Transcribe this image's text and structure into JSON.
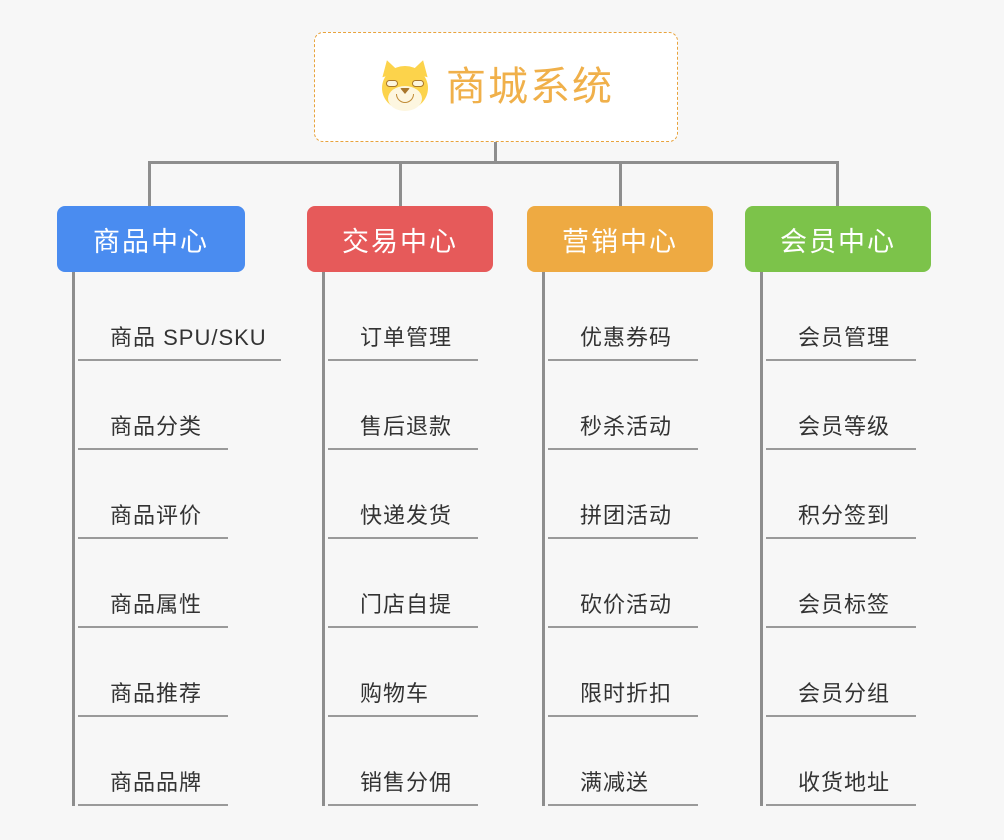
{
  "page": {
    "background_color": "#f7f7f7",
    "line_color": "#8e8e8e"
  },
  "root": {
    "title": "商城系统",
    "icon": "dog-face-icon",
    "border_color": "#e8a33d",
    "text_color": "#f0b04a"
  },
  "categories": [
    {
      "label": "商品中心",
      "color": "#4a8cf0",
      "items": [
        "商品 SPU/SKU",
        "商品分类",
        "商品评价",
        "商品属性",
        "商品推荐",
        "商品品牌"
      ]
    },
    {
      "label": "交易中心",
      "color": "#e65a5a",
      "items": [
        "订单管理",
        "售后退款",
        "快递发货",
        "门店自提",
        "购物车",
        "销售分佣"
      ]
    },
    {
      "label": "营销中心",
      "color": "#eeaa42",
      "items": [
        "优惠券码",
        "秒杀活动",
        "拼团活动",
        "砍价活动",
        "限时折扣",
        "满减送"
      ]
    },
    {
      "label": "会员中心",
      "color": "#7cc34a",
      "items": [
        "会员管理",
        "会员等级",
        "积分签到",
        "会员标签",
        "会员分组",
        "收货地址"
      ]
    }
  ]
}
